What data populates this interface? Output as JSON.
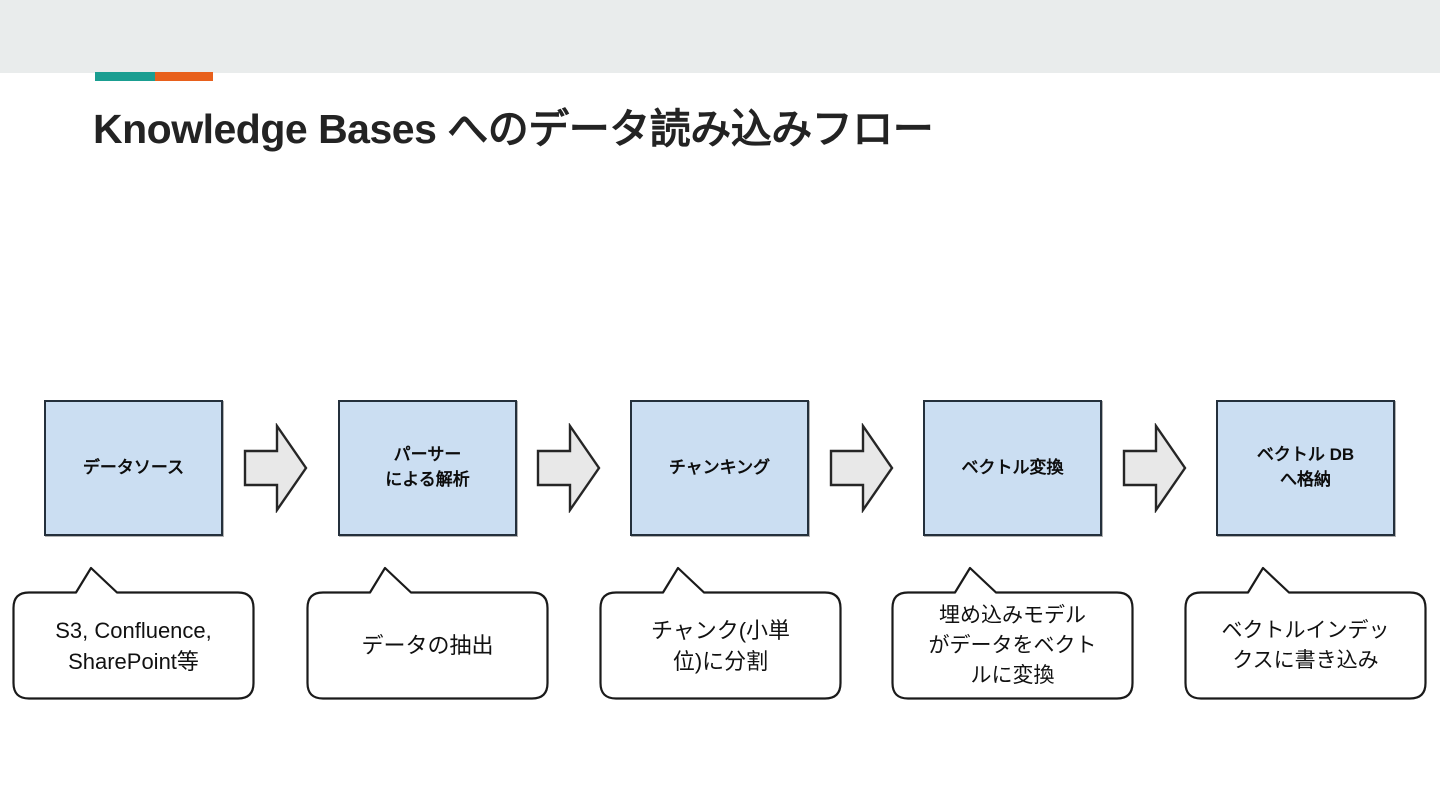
{
  "slide": {
    "title": "Knowledge Bases へのデータ読み込みフロー",
    "background_color": "#ffffff",
    "header_band_color": "#e9ecec"
  },
  "accent_bar": {
    "teal_color": "#1a9e91",
    "orange_color": "#e8601c"
  },
  "diagram": {
    "type": "flow",
    "box_fill_color": "#cbdef2",
    "box_border_color": "#24303c",
    "arrow_fill_color": "#e8e8e8",
    "arrow_border_color": "#262626",
    "steps": [
      {
        "id": "data-source",
        "box_label": "データソース",
        "callout_text": "S3, Confluence,\nSharePoint等"
      },
      {
        "id": "parser",
        "box_label": "パーサー\nによる解析",
        "callout_text": "データの抽出"
      },
      {
        "id": "chunking",
        "box_label": "チャンキング",
        "callout_text": "チャンク(小単\n位)に分割"
      },
      {
        "id": "vectorize",
        "box_label": "ベクトル変換",
        "callout_text": "埋め込みモデル\nがデータをベクト\nルに変換"
      },
      {
        "id": "store",
        "box_label": "ベクトル DB\nへ格納",
        "callout_text": "ベクトルインデッ\nクスに書き込み"
      }
    ],
    "arrow_count": 4
  }
}
